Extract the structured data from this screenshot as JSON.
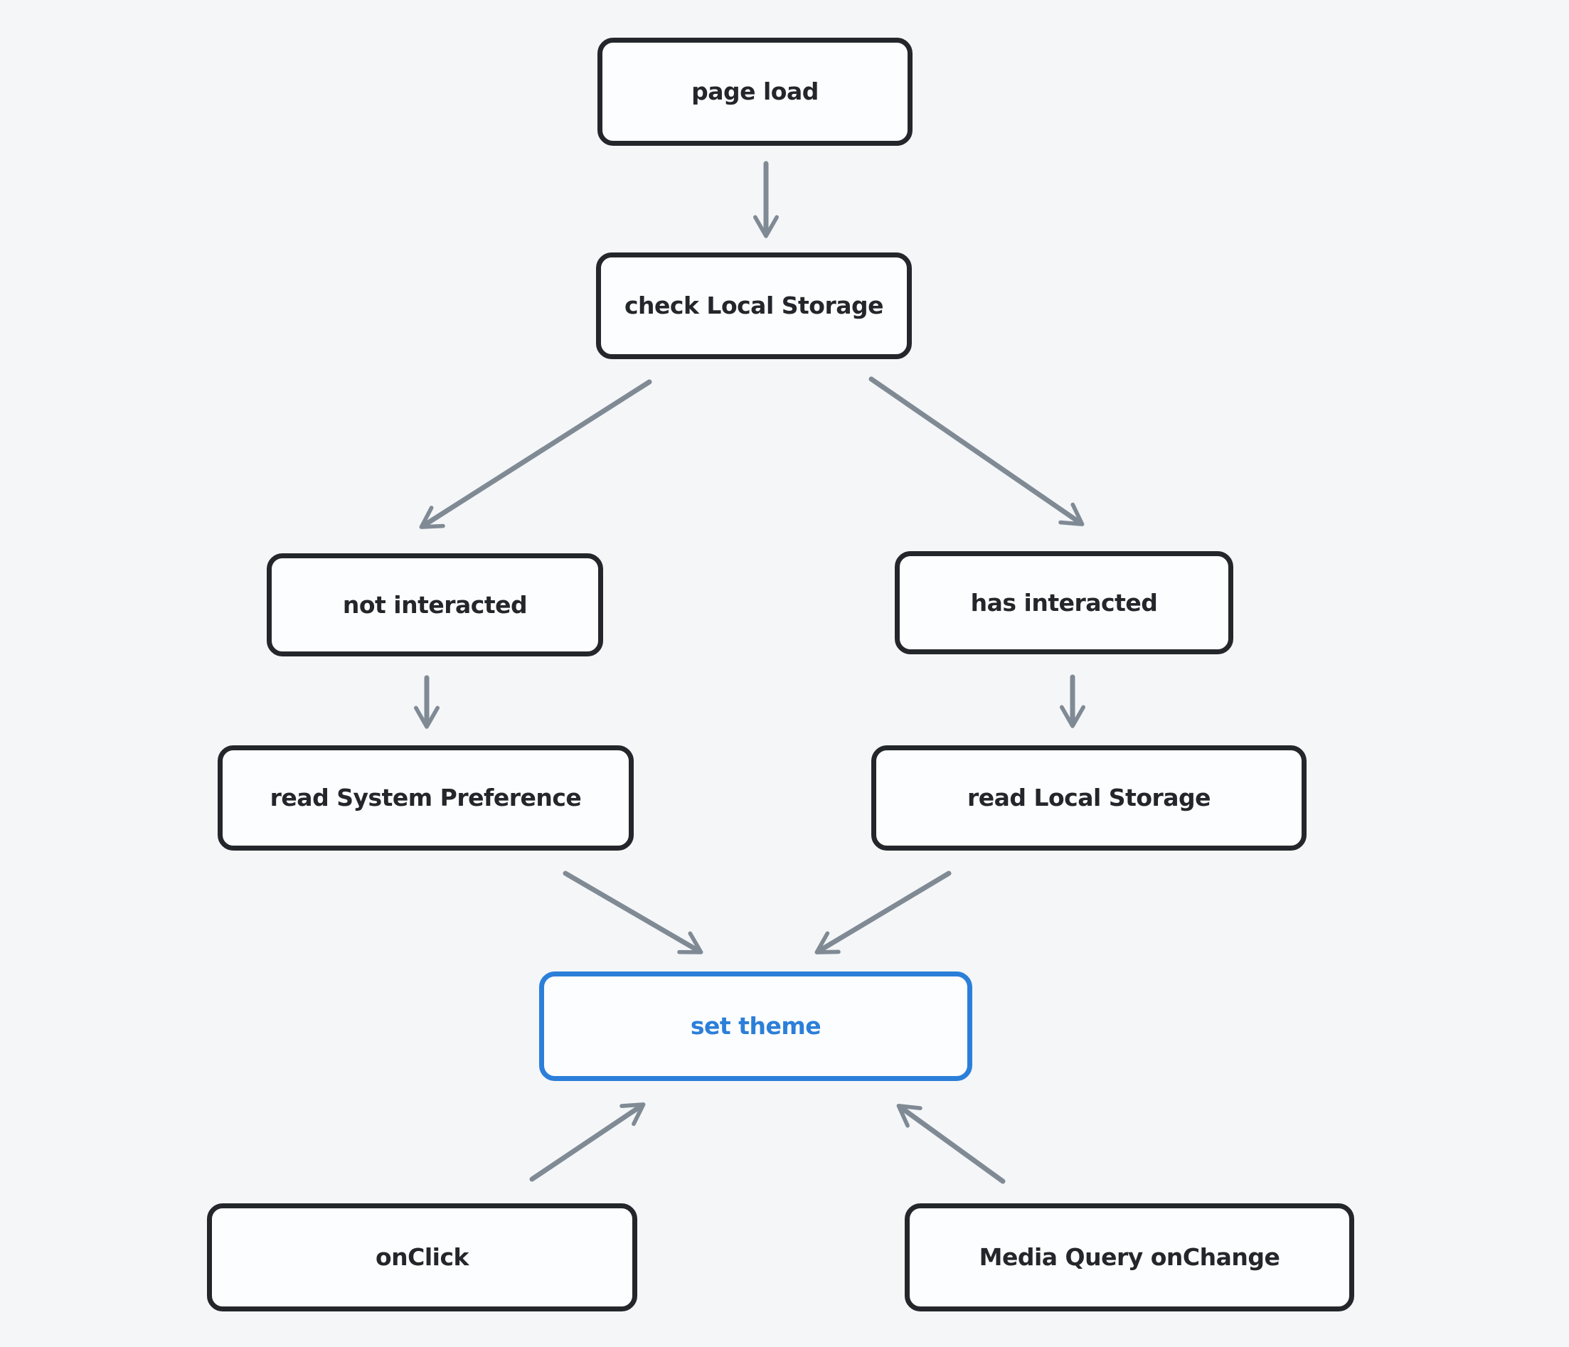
{
  "colors": {
    "background": "#f4f6f8",
    "node_stroke": "#23262a",
    "node_fill": "#fcfdfe",
    "accent_blue": "#2b7fd9",
    "arrow_gray": "#808a94"
  },
  "diagram": {
    "type": "flowchart",
    "nodes": [
      {
        "id": "page-load",
        "label": "page load",
        "variant": "dark"
      },
      {
        "id": "check-local-storage",
        "label": "check Local Storage",
        "variant": "dark"
      },
      {
        "id": "not-interacted",
        "label": "not interacted",
        "variant": "dark"
      },
      {
        "id": "has-interacted",
        "label": "has interacted",
        "variant": "dark"
      },
      {
        "id": "read-system-preference",
        "label": "read System Preference",
        "variant": "dark"
      },
      {
        "id": "read-local-storage",
        "label": "read Local Storage",
        "variant": "dark"
      },
      {
        "id": "set-theme",
        "label": "set theme",
        "variant": "blue"
      },
      {
        "id": "onclick",
        "label": "onClick",
        "variant": "dark"
      },
      {
        "id": "media-query-onchange",
        "label": "Media Query onChange",
        "variant": "dark"
      }
    ],
    "edges": [
      {
        "from": "page-load",
        "to": "check-local-storage"
      },
      {
        "from": "check-local-storage",
        "to": "not-interacted"
      },
      {
        "from": "check-local-storage",
        "to": "has-interacted"
      },
      {
        "from": "not-interacted",
        "to": "read-system-preference"
      },
      {
        "from": "has-interacted",
        "to": "read-local-storage"
      },
      {
        "from": "read-system-preference",
        "to": "set-theme"
      },
      {
        "from": "read-local-storage",
        "to": "set-theme"
      },
      {
        "from": "onclick",
        "to": "set-theme"
      },
      {
        "from": "media-query-onchange",
        "to": "set-theme"
      }
    ]
  }
}
